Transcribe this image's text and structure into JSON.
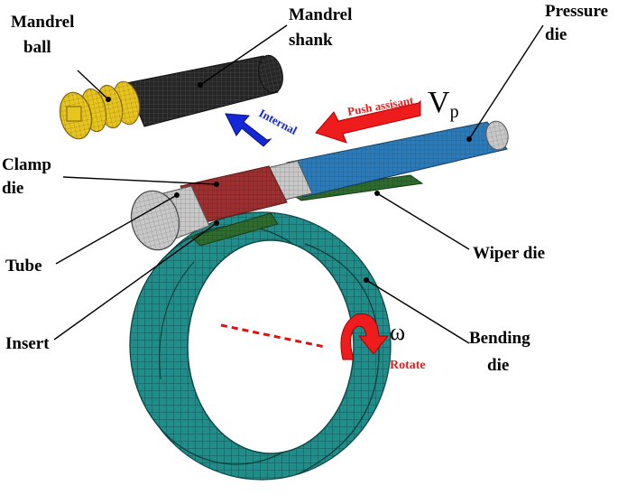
{
  "labels": {
    "mandrel_ball": [
      "Mandrel",
      "ball"
    ],
    "mandrel_shank": [
      "Mandrel",
      "shank"
    ],
    "pressure_die": [
      "Pressure",
      "die"
    ],
    "clamp_die": [
      "Clamp",
      "die"
    ],
    "tube": "Tube",
    "wiper_die": "Wiper die",
    "insert": "Insert",
    "bending_die": [
      "Bending",
      "die"
    ]
  },
  "annotations": {
    "vp_main": "V",
    "vp_sub": "p",
    "push_assistant": "Push assisant",
    "internal": "Internal",
    "omega": "ω",
    "rotate": "Rotate"
  },
  "colors": {
    "mandrel_ball": "#e6c21f",
    "mandrel_shank": "#2e2e2e",
    "pressure_die": "#2f7fc0",
    "clamp_die": "#a03232",
    "tube": "#c9c9c9",
    "wiper_die": "#2f6e2f",
    "bending_die": "#1e8f8c",
    "push_arrow": "#ee1c1c",
    "internal_arrow": "#1428d8"
  }
}
